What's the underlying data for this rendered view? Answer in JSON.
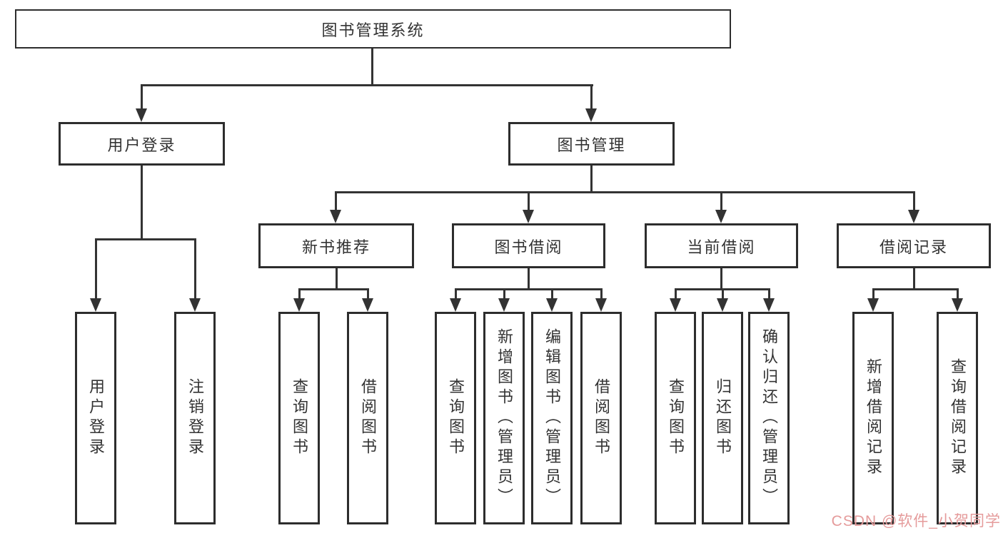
{
  "diagram_title": "图书管理系统",
  "tree": {
    "label": "图书管理系统",
    "children": [
      {
        "label": "用户登录",
        "children": [
          {
            "label": "用户登录"
          },
          {
            "label": "注销登录"
          }
        ]
      },
      {
        "label": "图书管理",
        "children": [
          {
            "label": "新书推荐",
            "children": [
              {
                "label": "查询图书"
              },
              {
                "label": "借阅图书"
              }
            ]
          },
          {
            "label": "图书借阅",
            "children": [
              {
                "label": "查询图书"
              },
              {
                "label": "新增图书（管理员）"
              },
              {
                "label": "编辑图书（管理员）"
              },
              {
                "label": "借阅图书"
              }
            ]
          },
          {
            "label": "当前借阅",
            "children": [
              {
                "label": "查询图书"
              },
              {
                "label": "归还图书"
              },
              {
                "label": "确认归还（管理员）"
              }
            ]
          },
          {
            "label": "借阅记录",
            "children": [
              {
                "label": "新增借阅记录"
              },
              {
                "label": "查询借阅记录"
              }
            ]
          }
        ]
      }
    ]
  },
  "watermark": {
    "text": "CSDN @软件_小贺同学"
  },
  "colors": {
    "line": "#333333",
    "box_border": "#2d2d2d",
    "text": "#333333",
    "background": "#ffffff",
    "watermark": "#e59b9b"
  }
}
